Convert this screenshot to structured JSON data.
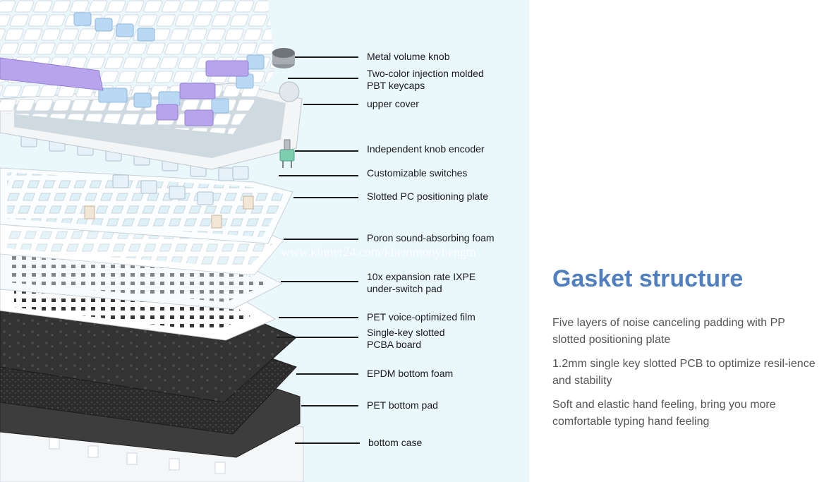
{
  "callouts": [
    {
      "label": "Metal volume knob"
    },
    {
      "label": "Two-color injection molded\nPBT keycaps"
    },
    {
      "label": "upper cover"
    },
    {
      "label": "Independent knob encoder"
    },
    {
      "label": "Customizable switches"
    },
    {
      "label": "Slotted PC positioning plate"
    },
    {
      "label": "Poron sound-absorbing foam"
    },
    {
      "label": "10x expansion rate IXPE\nunder-switch pad"
    },
    {
      "label": "PET voice-optimized film"
    },
    {
      "label": "Single-key slotted\nPCBA board"
    },
    {
      "label": "EPDM bottom foam"
    },
    {
      "label": "PET bottom pad"
    },
    {
      "label": "bottom case"
    }
  ],
  "watermark": "www.khmer24.com/khemmonyhengtn",
  "feature": {
    "title": "Gasket structure",
    "paragraphs": [
      "Five layers of noise canceling padding with PP slotted positioning plate",
      "1.2mm single key slotted PCB to optimize resil-ience and stability",
      "Soft and elastic hand feeling, bring you more comfortable typing hand feeling"
    ]
  },
  "colors": {
    "accent": "#4f7fbe",
    "panel_bg": "#eaf7fb",
    "keycap_blue": "#b9d8f3",
    "keycap_purple": "#b7a4ec",
    "encoder_green": "#7ccfb0"
  }
}
